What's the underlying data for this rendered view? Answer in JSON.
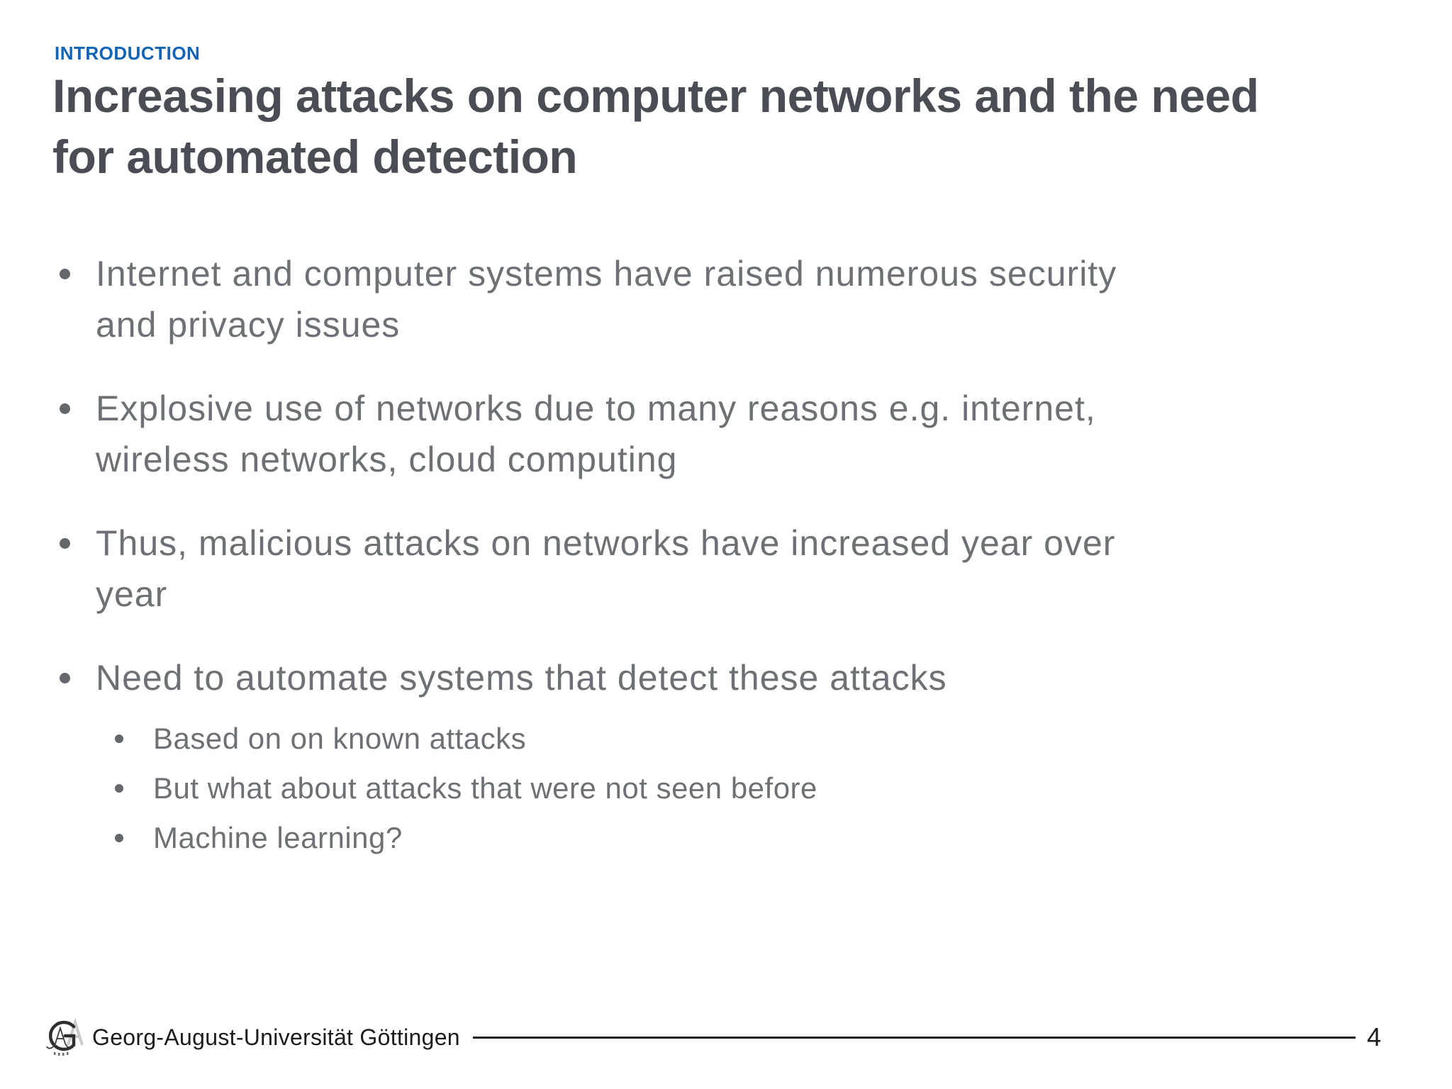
{
  "slide": {
    "eyebrow": "INTRODUCTION",
    "title_lines": [
      "Increasing attacks on computer networks and the need",
      "for automated detection"
    ],
    "bullets": [
      {
        "lines": [
          "Internet and computer systems have raised numerous security",
          "and privacy issues"
        ]
      },
      {
        "lines": [
          "Explosive use of networks due to many reasons e.g. internet,",
          "wireless networks, cloud computing"
        ]
      },
      {
        "lines": [
          "Thus, malicious attacks on networks have increased year over",
          "year"
        ]
      },
      {
        "lines": [
          "Need to automate systems that detect these attacks"
        ],
        "sub_bullets": [
          "Based on on known attacks",
          "But what about attacks that were not seen before",
          "Machine learning?"
        ]
      }
    ],
    "footer": {
      "institution": "Georg-August-Universität Göttingen",
      "page_number": "4"
    }
  },
  "colors": {
    "eyebrow_blue": "#1264b6",
    "title_gray": "#4a4e54",
    "body_gray": "#6d7175",
    "footer_black": "#1c1c1c",
    "background": "#ffffff"
  }
}
